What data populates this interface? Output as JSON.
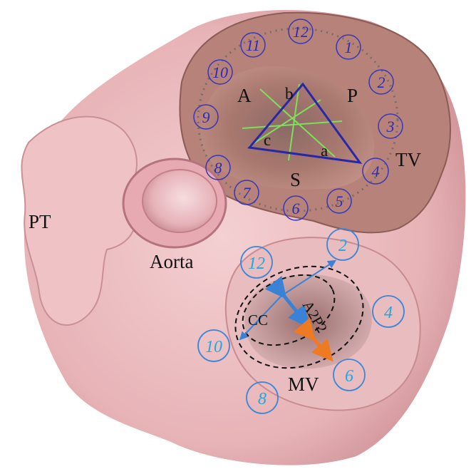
{
  "colors": {
    "tissue_light": "#f2c7c9",
    "tissue_mid": "#e3aab0",
    "tissue_dark": "#c98b8f",
    "muscle": "#a9776d",
    "muscle_dark": "#8b5c55",
    "tv_circle": "#3636b8",
    "tv_triangle": "#2727a8",
    "tv_lines": "#7de05a",
    "mv_circle": "#3b86d6",
    "mv_arrow_blue": "#3a82d6",
    "mv_arrow_orange": "#ee7a22",
    "dashed": "#111111",
    "dotted": "#7a6b6d"
  },
  "labels": {
    "pt": "PT",
    "aorta": "Aorta",
    "tv": "TV",
    "mv": "MV",
    "a_upper": "A",
    "p_upper": "P",
    "s_upper": "S",
    "b": "b",
    "c": "c",
    "a_lower": "a",
    "cc": "CC",
    "a2p2": "A2P2"
  },
  "tv_clock": [
    "12",
    "1",
    "2",
    "3",
    "4",
    "5",
    "6",
    "7",
    "8",
    "9",
    "10",
    "11"
  ],
  "mv_clock": [
    "12",
    "2",
    "4",
    "6",
    "8",
    "10"
  ]
}
